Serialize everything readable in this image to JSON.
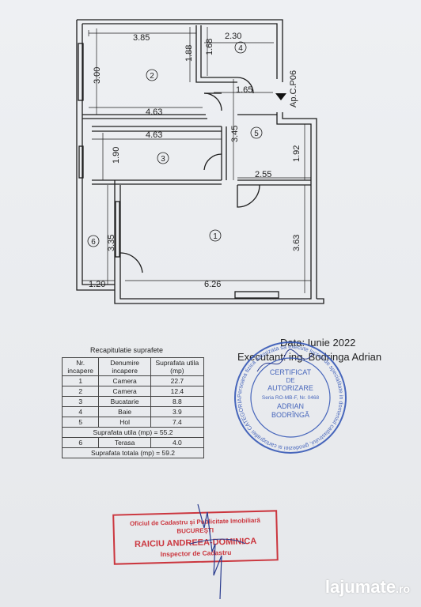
{
  "plan": {
    "ap_label": "Ap.C.P06",
    "dims": {
      "d385": "3.85",
      "d230": "2.30",
      "d188": "1.88",
      "d168": "1.68",
      "d300": "3.00",
      "d463a": "4.63",
      "d165": "1.65",
      "d463b": "4.63",
      "d345": "3.45",
      "d190": "1.90",
      "d192": "1.92",
      "d255": "2.55",
      "d335": "3.35",
      "d363": "3.63",
      "d120": "1.20",
      "d626": "6.26"
    },
    "rooms": {
      "r1": "1",
      "r2": "2",
      "r3": "3",
      "r4": "4",
      "r5": "5",
      "r6": "6"
    }
  },
  "recap": {
    "title": "Recapitulatie suprafete",
    "headers": {
      "nr": "Nr. incapere",
      "denumire": "Denumire incapere",
      "suprafata": "Suprafata utila (mp)"
    },
    "rows": [
      {
        "nr": "1",
        "name": "Camera",
        "area": "22.7"
      },
      {
        "nr": "2",
        "name": "Camera",
        "area": "12.4"
      },
      {
        "nr": "3",
        "name": "Bucatarie",
        "area": "8.8"
      },
      {
        "nr": "4",
        "name": "Baie",
        "area": "3.9"
      },
      {
        "nr": "5",
        "name": "Hol",
        "area": "7.4"
      }
    ],
    "utila": "Suprafata utila (mp) = 55.2",
    "terasa": {
      "nr": "6",
      "name": "Terasa",
      "area": "4.0"
    },
    "totala": "Suprafata totala (mp) = 59.2"
  },
  "header": {
    "data": "Data: Iunie 2022",
    "executant": "Executant: ing. Bodringa  Adrian"
  },
  "blue_stamp": {
    "line1": "CERTIFICAT",
    "line2": "DE",
    "line3": "AUTORIZARE",
    "line4": "Seria RO-MB-F, Nr. 0468",
    "line5": "ADRIAN",
    "line6": "BODRÎNGĂ",
    "ring": "Persoana fizica autorizata sa execute lucrari de specialitate in domeniul cadastrului, geodeziei si cartografiei  CATEGORIA B",
    "color": "#2b4fb3"
  },
  "red_stamp": {
    "line1": "Oficiul de Cadastru şi Publicitate Imobiliară",
    "line2": "BUCUREŞTI",
    "line3": "RAICIU  ANDREEA-DOMINICA",
    "line4": "Inspector de Cadastru",
    "color": "#c8232c"
  },
  "watermark": {
    "brand": "lajumate",
    "tld": ".ro"
  }
}
